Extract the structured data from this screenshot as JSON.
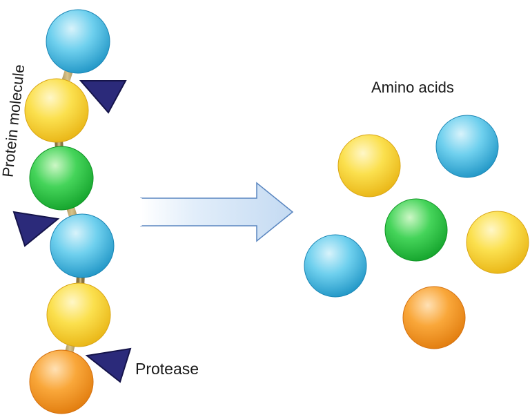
{
  "labels": {
    "protein_molecule": "Protein molecule",
    "amino_acids": "Amino acids",
    "protease": "Protease"
  },
  "colors": {
    "blue": "#4cc1e6",
    "yellow": "#f5d63d",
    "green": "#2fc94a",
    "orange": "#f59b22",
    "protease": "#2b2a7a",
    "bond": "#b49a5a",
    "arrow_fill": "#cfe3f5",
    "arrow_stroke": "#5a86c0"
  },
  "protein_chain": [
    "blue",
    "yellow",
    "green",
    "blue",
    "yellow",
    "orange"
  ],
  "free_amino_acids": [
    "yellow",
    "blue",
    "green",
    "yellow",
    "blue",
    "orange"
  ],
  "protease_count": 3
}
